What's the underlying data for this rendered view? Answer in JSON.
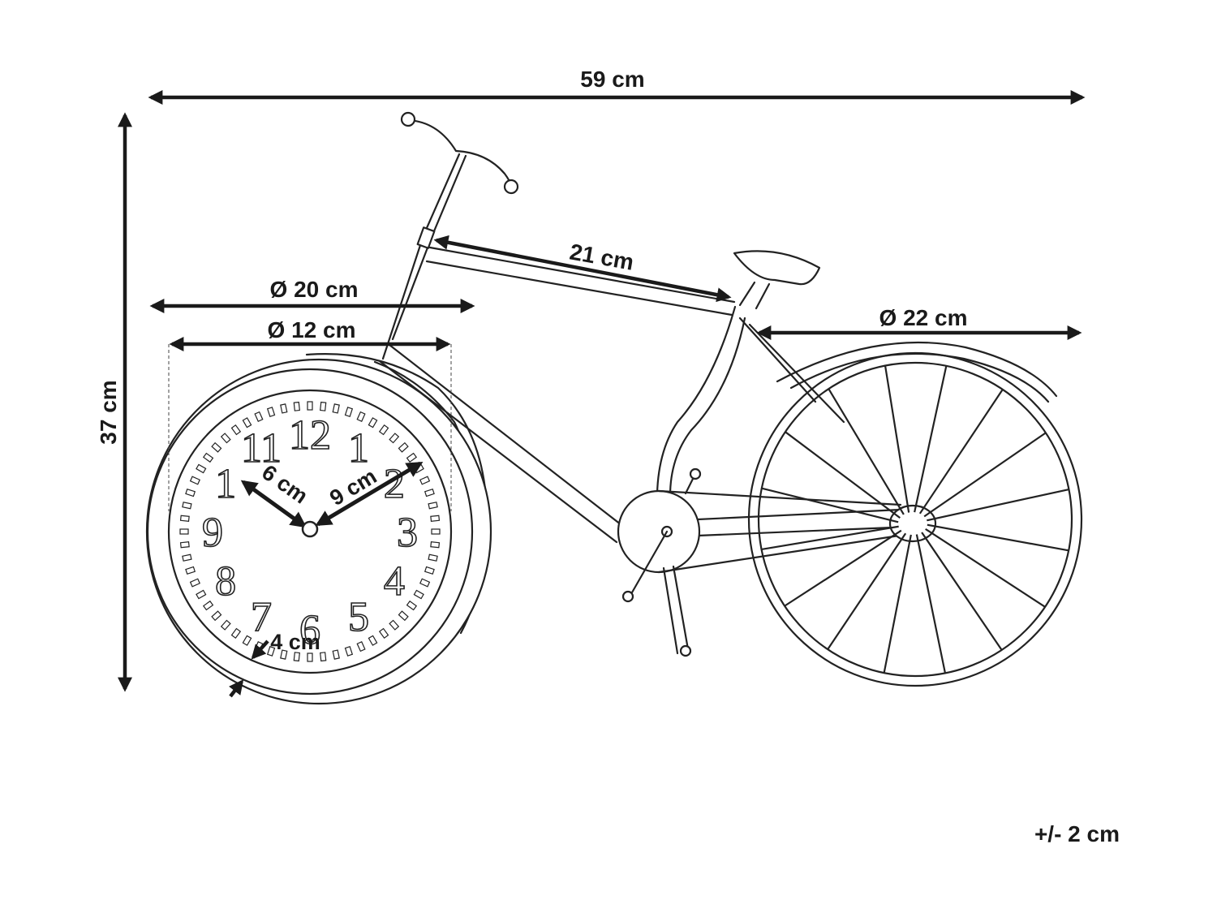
{
  "dimensions": {
    "overall_width": "59 cm",
    "overall_height": "37 cm",
    "top_tube": "21 cm",
    "clock_wheel_diameter": "Ø 20 cm",
    "clock_face_diameter": "Ø 12 cm",
    "rear_wheel_diameter": "Ø 22 cm",
    "hour_hand": "6 cm",
    "minute_hand": "9 cm",
    "depth": "4 cm"
  },
  "clock_numbers": [
    "12",
    "1",
    "2",
    "3",
    "4",
    "5",
    "6",
    "7",
    "8",
    "9",
    "1",
    "11"
  ],
  "tolerance": "+/- 2 cm",
  "colors": {
    "line": "#1a1a1a",
    "background": "#ffffff"
  }
}
